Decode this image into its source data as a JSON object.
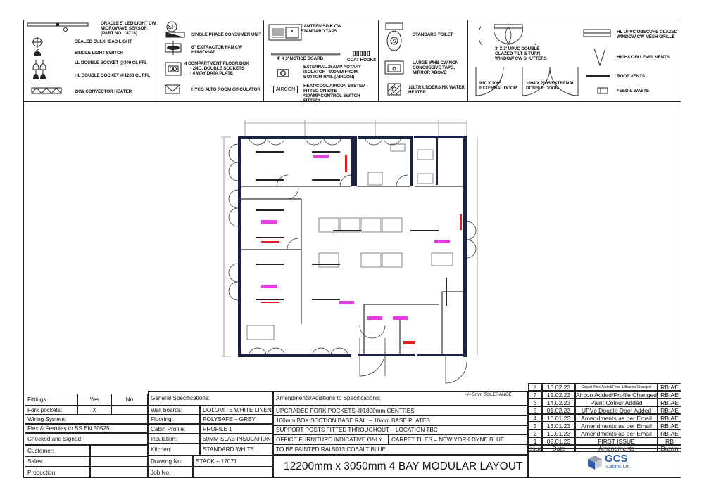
{
  "legend": {
    "col1": [
      {
        "icon": "led-light-icon",
        "label": "ORACLE 5' LED LIGHT cw MICROWAVE SENSOR (PART No: 14718)"
      },
      {
        "icon": "bulkhead-light-icon",
        "label": "SEALED BULKHEAD LIGHT"
      },
      {
        "icon": "light-switch-icon",
        "label": "SINGLE LIGHT SWITCH"
      },
      {
        "icon": "ll-socket-icon",
        "label": "LL DOUBLE SOCKET @300 CL FFL"
      },
      {
        "icon": "hl-socket-icon",
        "label": "HL DOUBLE SOCKET @1200 CL FFL"
      },
      {
        "icon": "convector-heater-icon",
        "label": "2kw CONVECTOR HEATER"
      }
    ],
    "col2": [
      {
        "icon": "consumer-unit-icon",
        "label": "SINGLE PHASE CONSUMER UNIT",
        "symbol": "SP"
      },
      {
        "icon": "extractor-fan-icon",
        "label": "6\" EXTRACTOR FAN cw HUMIDISAT"
      },
      {
        "icon": "floor-box-icon",
        "label": "4 COMPARTMENT FLOOR BOX",
        "sub": [
          "-  2no. DOUBLE SOCKETS",
          "-  4 WAY DATA PLATE"
        ]
      },
      {
        "icon": "room-circulator-icon",
        "label": "HYCO ALTO ROOM CIRCULATOR"
      }
    ],
    "col3": [
      {
        "icon": "canteen-sink-icon",
        "label": "CANTEEN SINK cw STANDARD TAPS"
      },
      {
        "icon": "notice-board-icon",
        "label": "4' X 3' NOTICE BOARD"
      },
      {
        "icon": "coat-hooks-icon",
        "label": "COAT HOOKS"
      },
      {
        "icon": "rotary-isolator-icon",
        "label": "EXTERNAL 25AMP ROTARY ISOLATOR - 900MM FROM BOTTOM RAIL (AIRCON)"
      },
      {
        "icon": "aircon-icon",
        "label": "HEAT/COOL AIRCON SYSTEM - FITTED ON SITE",
        "note": "*20AMP CONTROL SWITCH FITTED*",
        "symbol": "AIRCON"
      }
    ],
    "col4": [
      {
        "icon": "toilet-icon",
        "label": "STANDARD TOILET",
        "symbol": "S"
      },
      {
        "icon": "whb-icon",
        "label": "LARGE WHB cw NON CONCUSSIVE TAPS, MIRROR ABOVE"
      },
      {
        "icon": "water-heater-icon",
        "label": "10LTR UNDERSINK WATER HEATER"
      }
    ],
    "col5": [
      {
        "icon": "window-icon",
        "label": "3' x 3' UPVC DOUBLE GLAZED TILT & TURN WINDOW cw SHUTTERS"
      },
      {
        "icon": "external-door-icon",
        "label": "910 X 2065 EXTERNAL DOOR"
      },
      {
        "icon": "external-double-door-icon",
        "label": "1894 X 2065 EXTERNAL DOUBLE DOOR"
      },
      {
        "icon": "obscure-window-icon",
        "label": "HL UPVC OBSCURE GLAZED WINDOW cw MESH GRILLE"
      },
      {
        "icon": "vents-icon",
        "label": "HIGH/LOW LEVEL VENTS"
      },
      {
        "icon": "roof-vents-icon",
        "label": "ROOF VENTS"
      },
      {
        "icon": "feed-waste-icon",
        "label": "FEED & WASTE"
      }
    ]
  },
  "fittings": {
    "header": [
      "Fittings",
      "Yes",
      "No"
    ],
    "fork_pockets": {
      "label": "Fork pockets:",
      "yes": "X",
      "no": ""
    },
    "wiring_label": "Wiring System:",
    "wiring_value": "Flex & Ferrules to BS EN 50525",
    "checked": "Checked and Signed",
    "customer": "Customer:",
    "sales": "Sales:",
    "production": "Production:"
  },
  "general": {
    "title": "General Specifications:",
    "rows": [
      {
        "label": "Wall boards:",
        "value": "DOLOMITE WHITE LINEN"
      },
      {
        "label": "Flooring:",
        "value": "POLYSAFE – GREY"
      },
      {
        "label": "Cabin Profile:",
        "value": "PROFILE 1"
      },
      {
        "label": "Insulation:",
        "value": "50MM SLAB INSULATION"
      },
      {
        "label": "Kitchen:",
        "value": "STANDARD WHITE"
      }
    ],
    "drawing_no_label": "Drawing No:",
    "drawing_no": "STACK – 17071",
    "job_no_label": "Job No:",
    "job_no": ""
  },
  "amendments": {
    "title": "Amendments/Additions to Specifications:",
    "tolerance": "+/– 5mm TOLERANCE",
    "rows": [
      "UPGRADED FORK POCKETS @1800mm CENTRES",
      "160mm BOX SECTION BASE RAIL – 10mm BASE PLATES",
      "SUPPORT POSTS FITTED THROUGHOUT – LOCATION TBC"
    ],
    "split_row": [
      "OFFICE FURNITURE INDICATIVE ONLY",
      "CARPET TILES = NEW YORK DYNE BLUE"
    ],
    "last_row": "TO BE PAINTED RAL5013 COBALT BLUE",
    "layout_title": "12200mm x 3050mm 4 BAY MODULAR LAYOUT"
  },
  "revisions": {
    "header": [
      "Issue",
      "Date",
      "Amendments",
      "Drawn"
    ],
    "rows": [
      {
        "issue": "8",
        "date": "16.02.23",
        "text": "Carpet Tiles Added/Floor & Boards Changed",
        "drawn": "RB.AE"
      },
      {
        "issue": "7",
        "date": "15.02.23",
        "text": "Aircon Added/Profile Changed",
        "drawn": "RB.AE"
      },
      {
        "issue": "6",
        "date": "14.02.23",
        "text": "Paint Colour Added",
        "drawn": "RB.AE"
      },
      {
        "issue": "5",
        "date": "01.02.23",
        "text": "UPVc Double Door Added",
        "drawn": "RB.AE"
      },
      {
        "issue": "4",
        "date": "16.01.23",
        "text": "Amendments as per Email",
        "drawn": "RB.AE"
      },
      {
        "issue": "3",
        "date": "13.01.23",
        "text": "Amendments as per Email",
        "drawn": "RB.AE"
      },
      {
        "issue": "2",
        "date": "10.01.23",
        "text": "Amendments as per Email",
        "drawn": "RB.AE"
      },
      {
        "issue": "1",
        "date": "09.01.23",
        "text": "FIRST ISSUE",
        "drawn": "RB"
      }
    ]
  },
  "logo": {
    "brand": "GCS",
    "sub": "Cabins Ltd"
  },
  "colors": {
    "wall": "#1c2340",
    "room_tag": "#e040e0",
    "heater": "#e02020",
    "line": "#222222",
    "logo_blue": "#2a5aa8"
  }
}
